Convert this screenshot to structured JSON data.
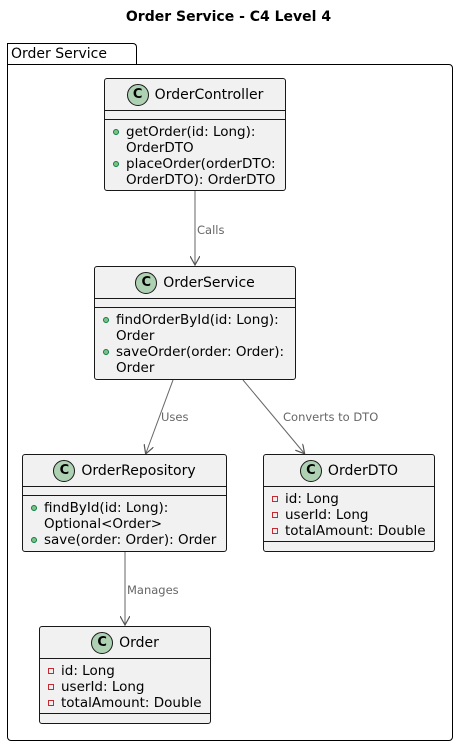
{
  "title": "Order Service - C4 Level 4",
  "package": "Order Service",
  "classes": {
    "controller": {
      "name": "OrderController",
      "badge": "C",
      "methods": [
        "getOrder(id: Long): OrderDTO",
        "placeOrder(orderDTO: OrderDTO): OrderDTO"
      ]
    },
    "service": {
      "name": "OrderService",
      "badge": "C",
      "methods": [
        "findOrderById(id: Long): Order",
        "saveOrder(order: Order): Order"
      ]
    },
    "repository": {
      "name": "OrderRepository",
      "badge": "C",
      "methods": [
        "findById(id: Long): Optional<Order>",
        "save(order: Order): Order"
      ]
    },
    "dto": {
      "name": "OrderDTO",
      "badge": "C",
      "fields": [
        "id: Long",
        "userId: Long",
        "totalAmount: Double"
      ]
    },
    "order": {
      "name": "Order",
      "badge": "C",
      "fields": [
        "id: Long",
        "userId: Long",
        "totalAmount: Double"
      ]
    }
  },
  "edges": {
    "calls": "Calls",
    "uses": "Uses",
    "converts": "Converts to DTO",
    "manages": "Manages"
  }
}
